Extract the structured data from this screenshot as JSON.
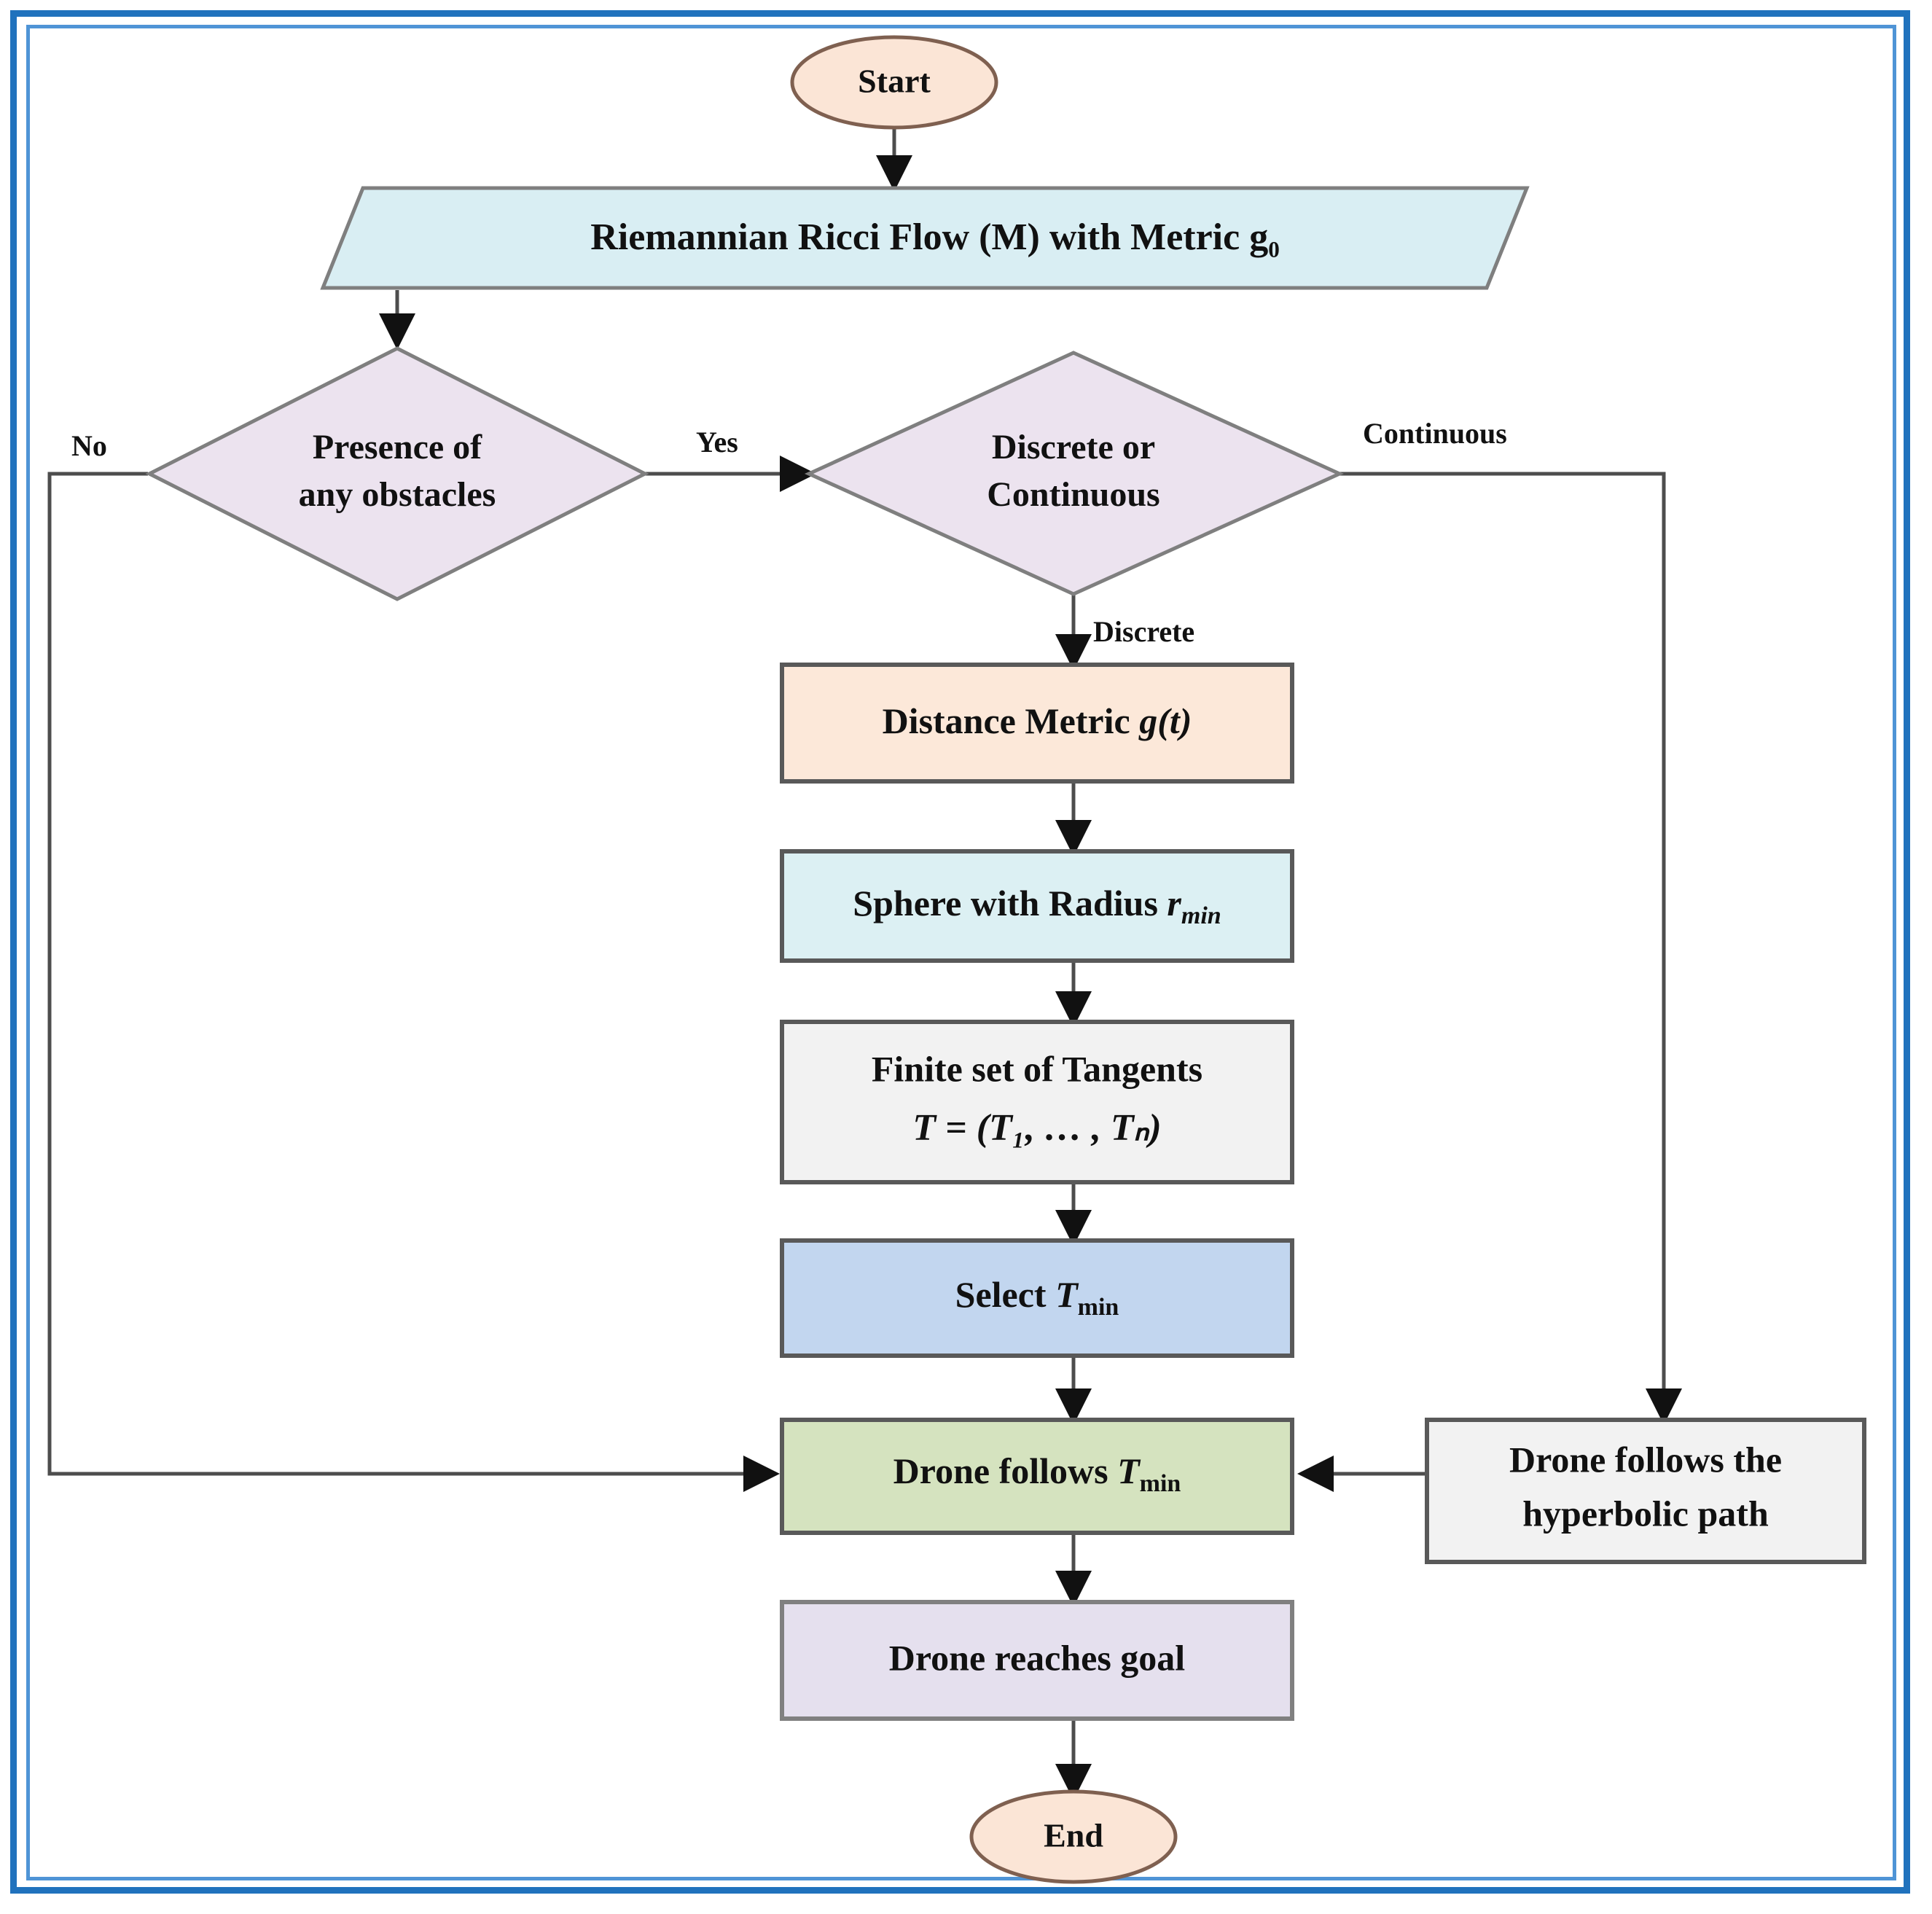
{
  "frame": {
    "outer_border_color": "#2072bd",
    "inner_border_color": "#4f94d6",
    "background": "#ffffff"
  },
  "diagram": {
    "type": "flowchart",
    "title": "Riemannian Ricci Flow drone path planning flowchart",
    "nodes": [
      {
        "id": "start",
        "shape": "ellipse",
        "label": "Start",
        "fill": "#fbe5d6",
        "stroke": "#7f6050"
      },
      {
        "id": "ricci-flow",
        "shape": "parallelogram",
        "label": "Riemannian   Ricci   Flow   (M)   with   Metric  g₀",
        "label_plain": "Riemannian Ricci Flow (M) with Metric g0",
        "fill": "#d9eef3",
        "stroke": "#7f7f7f"
      },
      {
        "id": "obstacles",
        "shape": "diamond",
        "label_line1": "Presence of",
        "label_line2": "any obstacles",
        "fill": "#ece3ef",
        "stroke": "#7f7f7f"
      },
      {
        "id": "discrete-continuous",
        "shape": "diamond",
        "label_line1": "Discrete or",
        "label_line2": "Continuous",
        "fill": "#ece3ef",
        "stroke": "#7f7f7f"
      },
      {
        "id": "distance-metric",
        "shape": "rect",
        "label": "Distance Metric g(t)",
        "label_prefix": "Distance Metric ",
        "label_math": "g(t)",
        "fill": "#fce8d9",
        "stroke": "#595959"
      },
      {
        "id": "sphere-radius",
        "shape": "rect",
        "label": "Sphere with Radius r min",
        "label_prefix": "Sphere with Radius ",
        "label_math": "r",
        "label_sub": "min",
        "fill": "#dcf0f3",
        "stroke": "#595959"
      },
      {
        "id": "finite-tangents",
        "shape": "rect",
        "label_line1": "Finite set of Tangents",
        "label_line2": "T = (T₁, … , Tₙ)",
        "fill": "#f2f2f2",
        "stroke": "#595959"
      },
      {
        "id": "select-tmin",
        "shape": "rect",
        "label": "Select T min",
        "label_prefix": "Select ",
        "label_math": "T",
        "label_sub": "min",
        "fill": "#c2d6ef",
        "stroke": "#595959"
      },
      {
        "id": "drone-follows-tmin",
        "shape": "rect",
        "label": "Drone follows T min",
        "label_prefix": "Drone follows ",
        "label_math": "T",
        "label_sub": "min",
        "fill": "#d5e3bf",
        "stroke": "#595959"
      },
      {
        "id": "hyperbolic-path",
        "shape": "rect",
        "label_line1": "Drone follows the",
        "label_line2": "hyperbolic path",
        "fill": "#f2f2f2",
        "stroke": "#595959"
      },
      {
        "id": "drone-reaches-goal",
        "shape": "rect",
        "label": "Drone reaches goal",
        "fill": "#e5e0ee",
        "stroke": "#808080"
      },
      {
        "id": "end",
        "shape": "ellipse",
        "label": "End",
        "fill": "#fbe5d6",
        "stroke": "#7f6050"
      }
    ],
    "edge_labels": {
      "no": "No",
      "yes": "Yes",
      "continuous": "Continuous",
      "discrete": "Discrete"
    },
    "edges": [
      {
        "from": "start",
        "to": "ricci-flow",
        "label": ""
      },
      {
        "from": "ricci-flow",
        "to": "obstacles",
        "label": ""
      },
      {
        "from": "obstacles",
        "to": "discrete-continuous",
        "label": "Yes"
      },
      {
        "from": "obstacles",
        "to": "drone-follows-tmin",
        "label": "No"
      },
      {
        "from": "discrete-continuous",
        "to": "distance-metric",
        "label": "Discrete"
      },
      {
        "from": "discrete-continuous",
        "to": "hyperbolic-path",
        "label": "Continuous"
      },
      {
        "from": "distance-metric",
        "to": "sphere-radius",
        "label": ""
      },
      {
        "from": "sphere-radius",
        "to": "finite-tangents",
        "label": ""
      },
      {
        "from": "finite-tangents",
        "to": "select-tmin",
        "label": ""
      },
      {
        "from": "select-tmin",
        "to": "drone-follows-tmin",
        "label": ""
      },
      {
        "from": "hyperbolic-path",
        "to": "drone-follows-tmin",
        "label": ""
      },
      {
        "from": "drone-follows-tmin",
        "to": "drone-reaches-goal",
        "label": ""
      },
      {
        "from": "drone-reaches-goal",
        "to": "end",
        "label": ""
      }
    ]
  }
}
